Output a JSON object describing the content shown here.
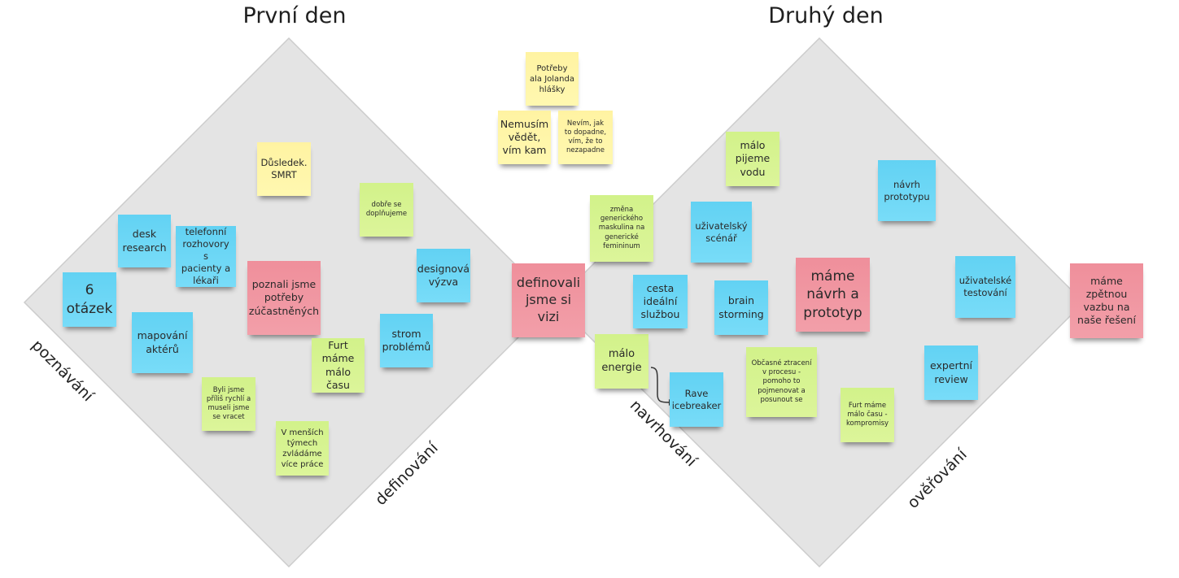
{
  "titles": {
    "day1": "První den",
    "day2": "Druhý den"
  },
  "phases": {
    "discover": "poznávání",
    "define": "definování",
    "develop": "navrhování",
    "deliver": "ověřování"
  },
  "colors": {
    "diamond_fill": "#e4e4e4",
    "diamond_stroke": "#cccccc",
    "yellow": "#fff6a8",
    "green": "#d7f392",
    "blue": "#6ad6f5",
    "pink": "#f096a1"
  },
  "notes": {
    "dusledek": "Důsledek.\nSMRT",
    "doplnujeme": "dobře se\ndoplňujeme",
    "desk": "desk\nresearch",
    "telefonni": "telefonní\nrozhovory s\npacienty a\nlékaři",
    "otazek": "6\notázek",
    "poznali": "poznali jsme\npotřeby\nzúčastněných",
    "designova": "designová\nvýzva",
    "mapovani": "mapování\naktérů",
    "strom": "strom\nproblémů",
    "furt1": "Furt\nmáme\nmálo času",
    "byli": "Byli jsme\npříliš rychlí a\nmuseli jsme\nse vracet",
    "mensich": "V menších\ntýmech\nzvládáme\nvíce práce",
    "potreby": "Potřeby\nala Jolanda\nhlášky",
    "nemusim": "Nemusím\nvědět,\nvím kam",
    "nevim": "Nevím, jak\nto dopadne,\nvím, že to\nnezapadne",
    "zmena": "změna\ngenerického\nmaskulina na\ngenerické\nfemininum",
    "definovali": "definovali\njsme si\nvizi",
    "energie": "málo\nenergie",
    "voda": "málo\npijeme\nvodu",
    "navrh": "návrh\nprototypu",
    "scenar": "uživatelský\nscénář",
    "cesta": "cesta\nideální\nslužbou",
    "brain": "brain\nstorming",
    "mame_navrh": "máme\nnávrh a\nprototyp",
    "testovani": "uživatelské\ntestování",
    "zpetna": "máme\nzpětnou\nvazbu na\nnaše řešení",
    "rave": "Rave\nicebreaker",
    "obcasne": "Občasné ztracení\nv procesu -\npomoho to\npojmenovat a\nposunout se",
    "expertni": "expertní\nreview",
    "furt2": "Furt máme\nmálo času -\nkompromisy"
  }
}
